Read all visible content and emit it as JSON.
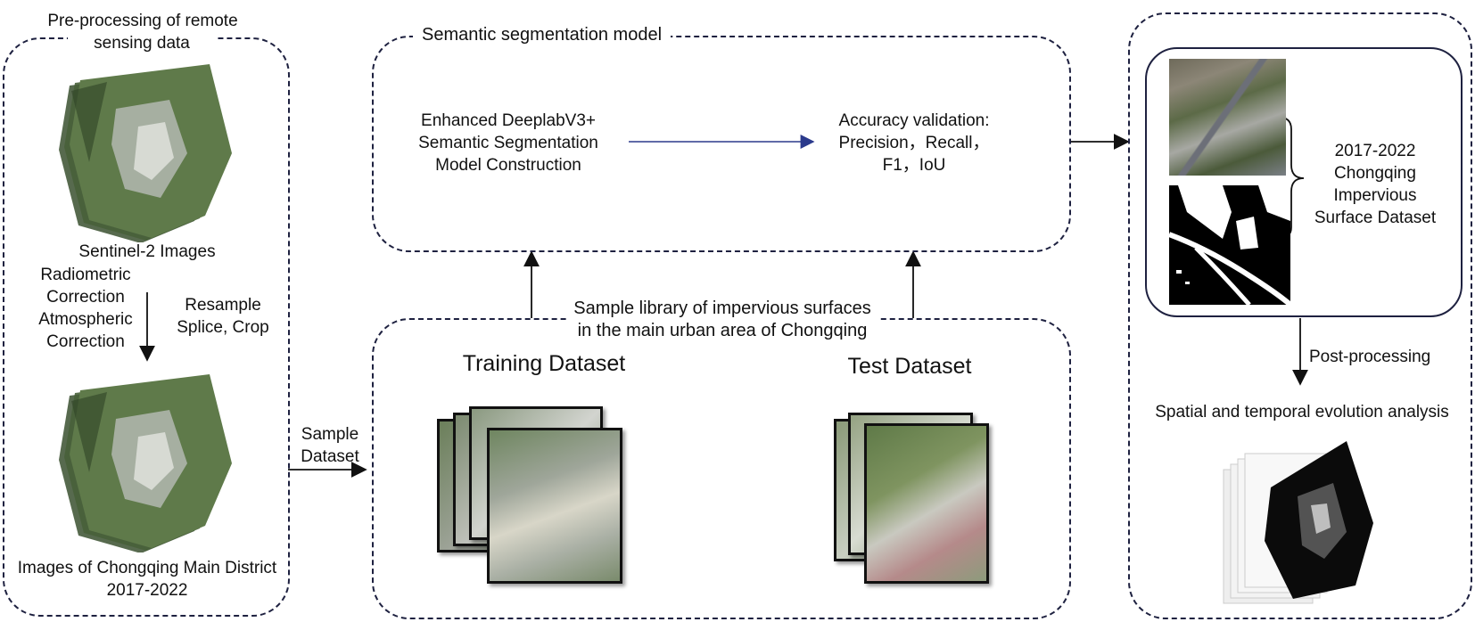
{
  "preprocessing": {
    "title_line1": "Pre-processing of remote",
    "title_line2": "sensing data",
    "sentinel_label": "Sentinel-2 Images",
    "step_left_line1": "Radiometric",
    "step_left_line2": "Correction",
    "step_left_line3": "Atmospheric",
    "step_left_line4": "Correction",
    "step_right_line1": "Resample",
    "step_right_line2": "Splice, Crop",
    "output_line1": "Images of Chongqing Main District",
    "output_line2": "2017-2022"
  },
  "sample_dataset": {
    "line1": "Sample",
    "line2": "Dataset"
  },
  "model": {
    "title": "Semantic segmentation model",
    "construction_line1": "Enhanced DeeplabV3+",
    "construction_line2": "Semantic Segmentation",
    "construction_line3": "Model Construction",
    "validation_line1": "Accuracy validation:",
    "validation_line2": "Precision，Recall，",
    "validation_line3": "F1，IoU"
  },
  "sample_library": {
    "title_line1": "Sample library of impervious surfaces",
    "title_line2": "in the main urban area of Chongqing",
    "training_label": "Training Dataset",
    "test_label": "Test Dataset"
  },
  "output": {
    "dataset_line1": "2017-2022",
    "dataset_line2": "Chongqing",
    "dataset_line3": "Impervious",
    "dataset_line4": "Surface Dataset",
    "postprocessing": "Post-processing",
    "analysis": "Spatial and temporal evolution analysis"
  },
  "colors": {
    "border": "#1e2140",
    "arrow_blue": "#2b3a8c",
    "imagery_green": "#5f7a4a",
    "imagery_gray": "#9aa0a0"
  }
}
